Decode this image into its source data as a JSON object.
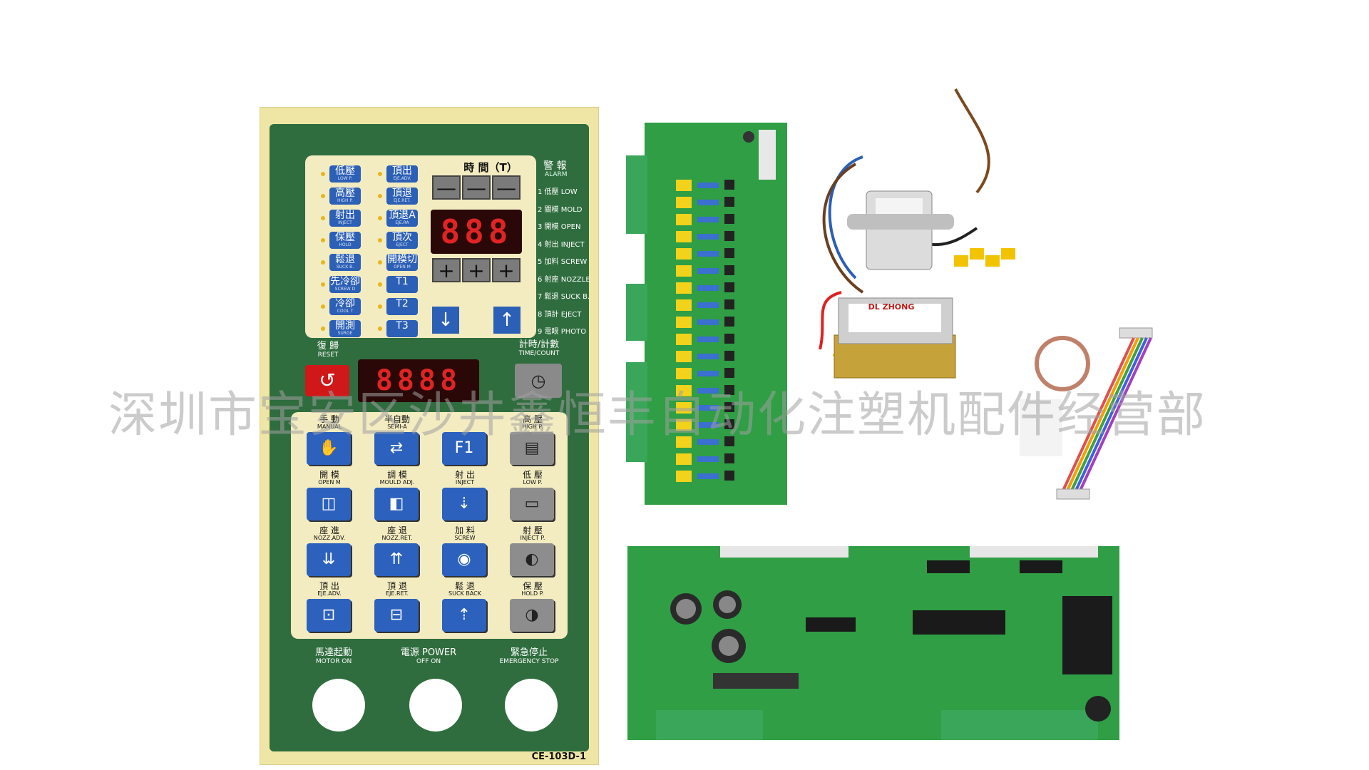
{
  "panel": {
    "side_buttons": [
      {
        "cn": "低壓",
        "en": "LOW P."
      },
      {
        "cn": "高壓",
        "en": "HIGH P."
      },
      {
        "cn": "射出",
        "en": "INJECT"
      },
      {
        "cn": "保壓",
        "en": "HOLD"
      },
      {
        "cn": "鬆退",
        "en": "SUCK B."
      },
      {
        "cn": "先冷卻",
        "en": "SCREW D"
      },
      {
        "cn": "冷卻",
        "en": "COOL T"
      },
      {
        "cn": "開測",
        "en": "SURGE"
      }
    ],
    "mid_buttons": [
      {
        "cn": "頂出",
        "en": "EJE.ADV."
      },
      {
        "cn": "頂退",
        "en": "EJE.RET."
      },
      {
        "cn": "頂退A",
        "en": "EJE.RA"
      },
      {
        "cn": "頂次",
        "en": "EJECT"
      },
      {
        "cn": "開模切",
        "en": "OPEN M"
      },
      {
        "cn": "T1",
        "en": ""
      },
      {
        "cn": "T2",
        "en": ""
      },
      {
        "cn": "T3",
        "en": ""
      }
    ],
    "time_title": "時 間（T）",
    "time_display": "888",
    "minus": "—",
    "plus": "+",
    "arrow_down": "↓",
    "arrow_up": "↑",
    "alarm_title": "警 報",
    "alarm_subtitle": "ALARM",
    "alarm_items": [
      "1 低壓 LOW",
      "2 關模 MOLD",
      "3 開模 OPEN",
      "4 射出 INJECT",
      "5 加料 SCREW",
      "6 射座 NOZZLE",
      "7 鬆退 SUCK B.",
      "8 頂計 EJECT",
      "9 電眼 PHOTO"
    ],
    "reset_cn": "復 歸",
    "reset_en": "RESET",
    "count_display": "8888",
    "timecount_cn": "計時/計數",
    "timecount_en": "TIME/COUNT",
    "keys": [
      {
        "cn": "手 動",
        "en": "MANUAL",
        "glyph": "✋",
        "color": "blue"
      },
      {
        "cn": "半自動",
        "en": "SEMI-A",
        "glyph": "⇄",
        "color": "blue"
      },
      {
        "cn": "",
        "en": "",
        "glyph": "F1",
        "color": "blue"
      },
      {
        "cn": "高 壓",
        "en": "HIGH P.",
        "glyph": "▤",
        "color": "grey"
      },
      {
        "cn": "開 模",
        "en": "OPEN M",
        "glyph": "◫",
        "color": "blue"
      },
      {
        "cn": "調 模",
        "en": "MOULD ADJ.",
        "glyph": "◧",
        "color": "blue"
      },
      {
        "cn": "射 出",
        "en": "INJECT",
        "glyph": "⇣",
        "color": "blue"
      },
      {
        "cn": "低 壓",
        "en": "LOW P.",
        "glyph": "▭",
        "color": "grey"
      },
      {
        "cn": "座 進",
        "en": "NOZZ.ADV.",
        "glyph": "⇊",
        "color": "blue"
      },
      {
        "cn": "座 退",
        "en": "NOZZ.RET.",
        "glyph": "⇈",
        "color": "blue"
      },
      {
        "cn": "加 料",
        "en": "SCREW",
        "glyph": "◉",
        "color": "blue"
      },
      {
        "cn": "射 壓",
        "en": "INJECT P.",
        "glyph": "◐",
        "color": "grey"
      },
      {
        "cn": "頂 出",
        "en": "EJE.ADV.",
        "glyph": "⊡",
        "color": "blue"
      },
      {
        "cn": "頂 退",
        "en": "EJE.RET.",
        "glyph": "⊟",
        "color": "blue"
      },
      {
        "cn": "鬆 退",
        "en": "SUCK BACK",
        "glyph": "⇡",
        "color": "blue"
      },
      {
        "cn": "保 壓",
        "en": "HOLD P.",
        "glyph": "◑",
        "color": "grey"
      }
    ],
    "motor_cn": "馬達起動",
    "motor_en": "MOTOR ON",
    "power_cn": "電源 POWER",
    "power_en": "OFF    ON",
    "estop_cn": "緊急停止",
    "estop_en": "EMERGENCY STOP",
    "model": "CE-103D-1"
  },
  "transformer_brand": "DL ZHONG",
  "watermark": "深圳市宝安区沙井鑫恒丰自动化注塑机配件经营部",
  "colors": {
    "pcb": "#2f9e45",
    "panel_green": "#2f6d3e",
    "key_blue": "#2c62bd",
    "seg_red": "#e02424"
  }
}
